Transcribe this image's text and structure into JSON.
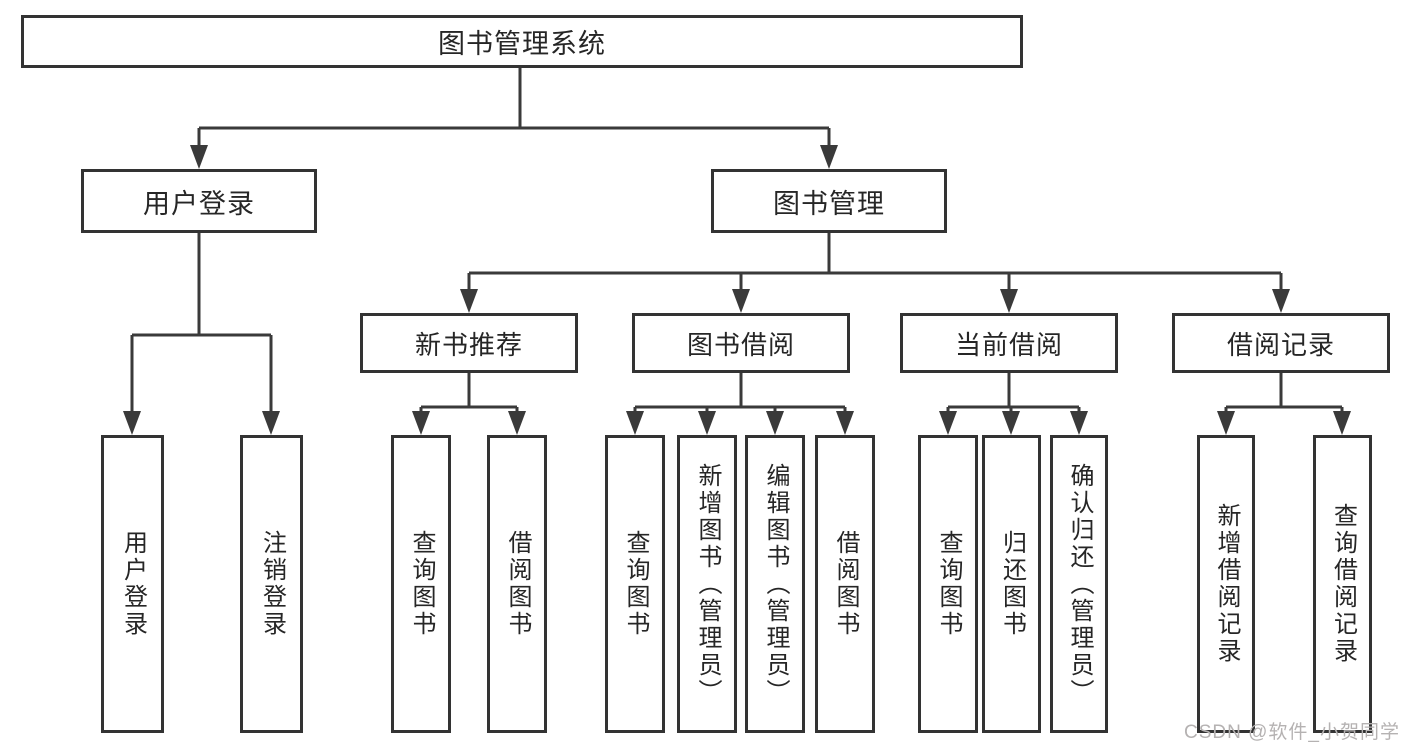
{
  "tree": {
    "root": "图书管理系统",
    "level2": {
      "left": "用户登录",
      "right": "图书管理"
    },
    "level3": [
      "新书推荐",
      "图书借阅",
      "当前借阅",
      "借阅记录"
    ],
    "leaves": {
      "login": [
        "用户登录",
        "注销登录"
      ],
      "recommend": [
        "查询图书",
        "借阅图书"
      ],
      "borrow": [
        "查询图书",
        "新增图书（管理员）",
        "编辑图书（管理员）",
        "借阅图书"
      ],
      "current": [
        "查询图书",
        "归还图书",
        "确认归还（管理员）"
      ],
      "records": [
        "新增借阅记录",
        "查询借阅记录"
      ]
    }
  },
  "colors": {
    "line": "#3a3a3a",
    "border": "#333333",
    "text": "#262626",
    "watermark": "#b5b2b2"
  },
  "watermark": "CSDN @软件_小贺同学"
}
